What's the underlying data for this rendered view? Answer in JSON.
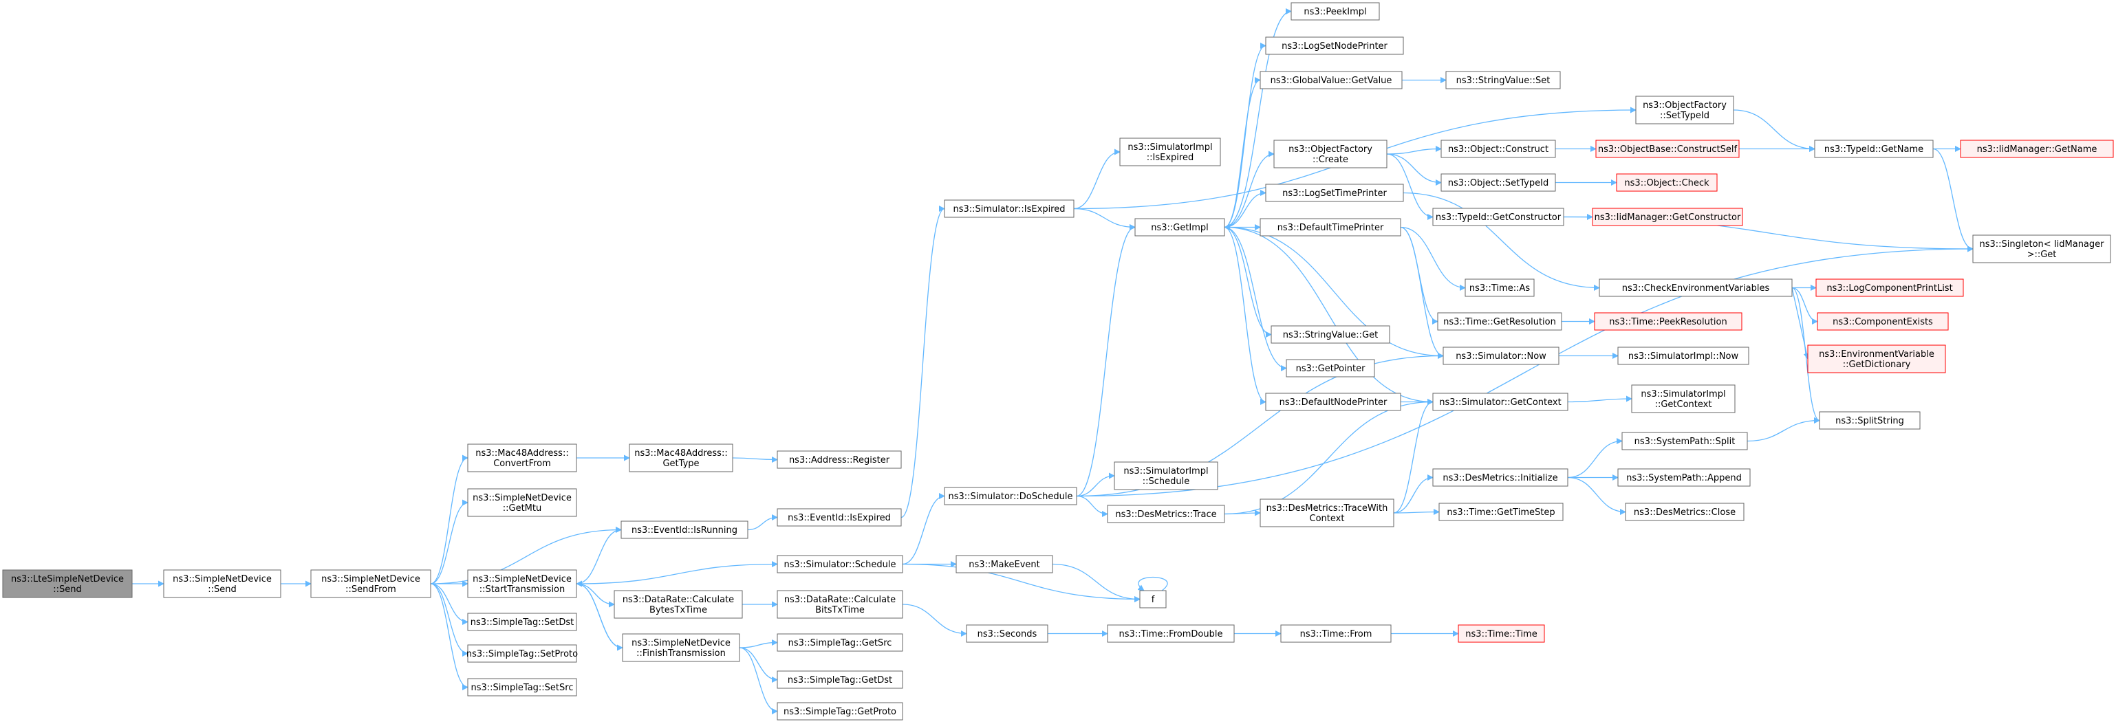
{
  "graph": {
    "colors": {
      "edge": "#63B8FF",
      "node_border": "#666666",
      "node_fill": "#ffffff",
      "root_fill": "#999999",
      "root_border": "#666666",
      "ext_border": "#ff0000",
      "ext_fill": "#fff0f0",
      "text": "#000000"
    },
    "nodes": [
      {
        "id": "root",
        "lines": [
          "ns3::LteSimpleNetDevice",
          "::Send"
        ],
        "style": "root"
      },
      {
        "id": "sndSend",
        "lines": [
          "ns3::SimpleNetDevice",
          "::Send"
        ]
      },
      {
        "id": "sndSendFrom",
        "lines": [
          "ns3::SimpleNetDevice",
          "::SendFrom"
        ]
      },
      {
        "id": "macConvert",
        "lines": [
          "ns3::Mac48Address::",
          "ConvertFrom"
        ]
      },
      {
        "id": "getMtu",
        "lines": [
          "ns3::SimpleNetDevice",
          "::GetMtu"
        ]
      },
      {
        "id": "startTx",
        "lines": [
          "ns3::SimpleNetDevice",
          "::StartTransmission"
        ]
      },
      {
        "id": "setDst",
        "lines": [
          "ns3::SimpleTag::SetDst"
        ]
      },
      {
        "id": "setProto",
        "lines": [
          "ns3::SimpleTag::SetProto"
        ]
      },
      {
        "id": "setSrc",
        "lines": [
          "ns3::SimpleTag::SetSrc"
        ]
      },
      {
        "id": "macGetType",
        "lines": [
          "ns3::Mac48Address::",
          "GetType"
        ]
      },
      {
        "id": "addrRegister",
        "lines": [
          "ns3::Address::Register"
        ]
      },
      {
        "id": "evIsRunning",
        "lines": [
          "ns3::EventId::IsRunning"
        ]
      },
      {
        "id": "evIsExpired",
        "lines": [
          "ns3::EventId::IsExpired"
        ]
      },
      {
        "id": "drBytes",
        "lines": [
          "ns3::DataRate::Calculate",
          "BytesTxTime"
        ]
      },
      {
        "id": "drBits",
        "lines": [
          "ns3::DataRate::Calculate",
          "BitsTxTime"
        ]
      },
      {
        "id": "finishTx",
        "lines": [
          "ns3::SimpleNetDevice",
          "::FinishTransmission"
        ]
      },
      {
        "id": "getSrc",
        "lines": [
          "ns3::SimpleTag::GetSrc"
        ]
      },
      {
        "id": "getDst",
        "lines": [
          "ns3::SimpleTag::GetDst"
        ]
      },
      {
        "id": "getProto",
        "lines": [
          "ns3::SimpleTag::GetProto"
        ]
      },
      {
        "id": "simSchedule",
        "lines": [
          "ns3::Simulator::Schedule"
        ]
      },
      {
        "id": "makeEvent",
        "lines": [
          "ns3::MakeEvent"
        ]
      },
      {
        "id": "fnode",
        "lines": [
          "f"
        ]
      },
      {
        "id": "simDoSchedule",
        "lines": [
          "ns3::Simulator::DoSchedule"
        ]
      },
      {
        "id": "simImplSchedule",
        "lines": [
          "ns3::SimulatorImpl",
          "::Schedule"
        ]
      },
      {
        "id": "desTrace",
        "lines": [
          "ns3::DesMetrics::Trace"
        ]
      },
      {
        "id": "desTraceWith",
        "lines": [
          "ns3::DesMetrics::TraceWith",
          "Context"
        ]
      },
      {
        "id": "seconds",
        "lines": [
          "ns3::Seconds"
        ]
      },
      {
        "id": "timeFromDouble",
        "lines": [
          "ns3::Time::FromDouble"
        ]
      },
      {
        "id": "timeFrom",
        "lines": [
          "ns3::Time::From"
        ]
      },
      {
        "id": "timeTime",
        "lines": [
          "ns3::Time::Time"
        ],
        "style": "ext"
      },
      {
        "id": "simIsExpired",
        "lines": [
          "ns3::Simulator::IsExpired"
        ]
      },
      {
        "id": "simImplIsExpired",
        "lines": [
          "ns3::SimulatorImpl",
          "::IsExpired"
        ]
      },
      {
        "id": "getImpl",
        "lines": [
          "ns3::GetImpl"
        ]
      },
      {
        "id": "peekImpl",
        "lines": [
          "ns3::PeekImpl"
        ]
      },
      {
        "id": "logSetNodePrinter",
        "lines": [
          "ns3::LogSetNodePrinter"
        ]
      },
      {
        "id": "gvGetValue",
        "lines": [
          "ns3::GlobalValue::GetValue"
        ]
      },
      {
        "id": "svSet",
        "lines": [
          "ns3::StringValue::Set"
        ]
      },
      {
        "id": "ofCreate",
        "lines": [
          "ns3::ObjectFactory",
          "::Create"
        ]
      },
      {
        "id": "logSetTimePrinter",
        "lines": [
          "ns3::LogSetTimePrinter"
        ]
      },
      {
        "id": "defaultTimePrinter",
        "lines": [
          "ns3::DefaultTimePrinter"
        ]
      },
      {
        "id": "svGet",
        "lines": [
          "ns3::StringValue::Get"
        ]
      },
      {
        "id": "getPointer",
        "lines": [
          "ns3::GetPointer"
        ]
      },
      {
        "id": "defaultNodePrinter",
        "lines": [
          "ns3::DefaultNodePrinter"
        ]
      },
      {
        "id": "objConstruct",
        "lines": [
          "ns3::Object::Construct"
        ]
      },
      {
        "id": "objSetTypeId",
        "lines": [
          "ns3::Object::SetTypeId"
        ]
      },
      {
        "id": "tidGetConstructor",
        "lines": [
          "ns3::TypeId::GetConstructor"
        ]
      },
      {
        "id": "timeAs",
        "lines": [
          "ns3::Time::As"
        ]
      },
      {
        "id": "timeGetResolution",
        "lines": [
          "ns3::Time::GetResolution"
        ]
      },
      {
        "id": "simNow",
        "lines": [
          "ns3::Simulator::Now"
        ]
      },
      {
        "id": "simGetContext",
        "lines": [
          "ns3::Simulator::GetContext"
        ]
      },
      {
        "id": "desInitialize",
        "lines": [
          "ns3::DesMetrics::Initialize"
        ]
      },
      {
        "id": "timeGetTimeStep",
        "lines": [
          "ns3::Time::GetTimeStep"
        ]
      },
      {
        "id": "ofSetTypeId",
        "lines": [
          "ns3::ObjectFactory",
          "::SetTypeId"
        ]
      },
      {
        "id": "objBaseConstructSelf",
        "lines": [
          "ns3::ObjectBase::ConstructSelf"
        ],
        "style": "ext"
      },
      {
        "id": "objCheck",
        "lines": [
          "ns3::Object::Check"
        ],
        "style": "ext"
      },
      {
        "id": "iidGetConstructor",
        "lines": [
          "ns3::IidManager::GetConstructor"
        ],
        "style": "ext"
      },
      {
        "id": "checkEnvVars",
        "lines": [
          "ns3::CheckEnvironmentVariables"
        ]
      },
      {
        "id": "timePeekResolution",
        "lines": [
          "ns3::Time::PeekResolution"
        ],
        "style": "ext"
      },
      {
        "id": "simImplNow",
        "lines": [
          "ns3::SimulatorImpl::Now"
        ]
      },
      {
        "id": "simImplGetContext",
        "lines": [
          "ns3::SimulatorImpl",
          "::GetContext"
        ]
      },
      {
        "id": "spSplit",
        "lines": [
          "ns3::SystemPath::Split"
        ]
      },
      {
        "id": "spAppend",
        "lines": [
          "ns3::SystemPath::Append"
        ]
      },
      {
        "id": "desClose",
        "lines": [
          "ns3::DesMetrics::Close"
        ]
      },
      {
        "id": "tidGetName",
        "lines": [
          "ns3::TypeId::GetName"
        ]
      },
      {
        "id": "iidGetName",
        "lines": [
          "ns3::IidManager::GetName"
        ],
        "style": "ext"
      },
      {
        "id": "singletonGet",
        "lines": [
          "ns3::Singleton< IidManager",
          ">::Get"
        ]
      },
      {
        "id": "logComponentPrintList",
        "lines": [
          "ns3::LogComponentPrintList"
        ],
        "style": "ext"
      },
      {
        "id": "componentExists",
        "lines": [
          "ns3::ComponentExists"
        ],
        "style": "ext"
      },
      {
        "id": "envVarGetDict",
        "lines": [
          "ns3::EnvironmentVariable",
          "::GetDictionary"
        ],
        "style": "ext"
      },
      {
        "id": "splitString",
        "lines": [
          "ns3::SplitString"
        ]
      }
    ],
    "edges": [
      [
        "root",
        "sndSend"
      ],
      [
        "sndSend",
        "sndSendFrom"
      ],
      [
        "sndSendFrom",
        "macConvert"
      ],
      [
        "sndSendFrom",
        "getMtu"
      ],
      [
        "sndSendFrom",
        "evIsRunning"
      ],
      [
        "sndSendFrom",
        "startTx"
      ],
      [
        "sndSendFrom",
        "setDst"
      ],
      [
        "sndSendFrom",
        "setProto"
      ],
      [
        "sndSendFrom",
        "setSrc"
      ],
      [
        "macConvert",
        "macGetType"
      ],
      [
        "macGetType",
        "addrRegister"
      ],
      [
        "evIsRunning",
        "evIsExpired"
      ],
      [
        "evIsExpired",
        "simIsExpired"
      ],
      [
        "startTx",
        "evIsRunning"
      ],
      [
        "startTx",
        "simSchedule"
      ],
      [
        "startTx",
        "drBytes"
      ],
      [
        "startTx",
        "finishTx"
      ],
      [
        "finishTx",
        "startTx"
      ],
      [
        "drBytes",
        "drBits"
      ],
      [
        "drBits",
        "seconds"
      ],
      [
        "finishTx",
        "getSrc"
      ],
      [
        "finishTx",
        "getDst"
      ],
      [
        "finishTx",
        "getProto"
      ],
      [
        "simSchedule",
        "simDoSchedule"
      ],
      [
        "simSchedule",
        "makeEvent"
      ],
      [
        "simSchedule",
        "fnode"
      ],
      [
        "makeEvent",
        "fnode"
      ],
      [
        "fnode",
        "fnode"
      ],
      [
        "seconds",
        "timeFromDouble"
      ],
      [
        "timeFromDouble",
        "timeFrom"
      ],
      [
        "timeFrom",
        "timeTime"
      ],
      [
        "simDoSchedule",
        "getImpl"
      ],
      [
        "simDoSchedule",
        "simImplSchedule"
      ],
      [
        "simDoSchedule",
        "desTrace"
      ],
      [
        "simDoSchedule",
        "simNow"
      ],
      [
        "simDoSchedule",
        "singletonGet"
      ],
      [
        "desTrace",
        "desTraceWith"
      ],
      [
        "desTrace",
        "simGetContext"
      ],
      [
        "desTraceWith",
        "desInitialize"
      ],
      [
        "desTraceWith",
        "simGetContext"
      ],
      [
        "desTraceWith",
        "timeGetTimeStep"
      ],
      [
        "simIsExpired",
        "simImplIsExpired"
      ],
      [
        "simIsExpired",
        "getImpl"
      ],
      [
        "simIsExpired",
        "ofSetTypeId"
      ],
      [
        "getImpl",
        "peekImpl"
      ],
      [
        "getImpl",
        "logSetNodePrinter"
      ],
      [
        "getImpl",
        "gvGetValue"
      ],
      [
        "getImpl",
        "ofCreate"
      ],
      [
        "getImpl",
        "logSetTimePrinter"
      ],
      [
        "getImpl",
        "defaultTimePrinter"
      ],
      [
        "getImpl",
        "svGet"
      ],
      [
        "getImpl",
        "getPointer"
      ],
      [
        "getImpl",
        "defaultNodePrinter"
      ],
      [
        "gvGetValue",
        "svSet"
      ],
      [
        "ofCreate",
        "objConstruct"
      ],
      [
        "ofCreate",
        "objSetTypeId"
      ],
      [
        "ofCreate",
        "tidGetConstructor"
      ],
      [
        "objConstruct",
        "objBaseConstructSelf"
      ],
      [
        "objSetTypeId",
        "objCheck"
      ],
      [
        "tidGetConstructor",
        "iidGetConstructor"
      ],
      [
        "tidGetConstructor",
        "singletonGet"
      ],
      [
        "ofSetTypeId",
        "tidGetName"
      ],
      [
        "objBaseConstructSelf",
        "tidGetName"
      ],
      [
        "tidGetName",
        "iidGetName"
      ],
      [
        "tidGetName",
        "singletonGet"
      ],
      [
        "logSetTimePrinter",
        "checkEnvVars"
      ],
      [
        "defaultTimePrinter",
        "timeAs"
      ],
      [
        "defaultTimePrinter",
        "timeGetResolution"
      ],
      [
        "defaultTimePrinter",
        "simNow"
      ],
      [
        "timeGetResolution",
        "timePeekResolution"
      ],
      [
        "simNow",
        "simImplNow"
      ],
      [
        "simNow",
        "getImpl"
      ],
      [
        "simGetContext",
        "simImplGetContext"
      ],
      [
        "simGetContext",
        "getImpl"
      ],
      [
        "defaultNodePrinter",
        "simGetContext"
      ],
      [
        "checkEnvVars",
        "logComponentPrintList"
      ],
      [
        "checkEnvVars",
        "componentExists"
      ],
      [
        "checkEnvVars",
        "envVarGetDict"
      ],
      [
        "checkEnvVars",
        "splitString"
      ],
      [
        "desInitialize",
        "spSplit"
      ],
      [
        "desInitialize",
        "spAppend"
      ],
      [
        "desInitialize",
        "desClose"
      ],
      [
        "spSplit",
        "splitString"
      ]
    ]
  }
}
